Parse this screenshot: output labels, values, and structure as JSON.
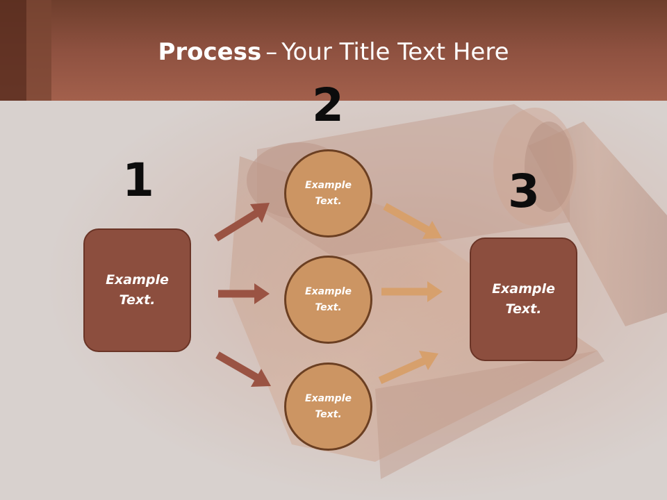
{
  "title": {
    "bold": "Process",
    "dash": "–",
    "rest": "Your Title Text Here"
  },
  "steps": {
    "one": "1",
    "two": "2",
    "three": "3"
  },
  "left_box": {
    "label": "Example Text."
  },
  "circles": [
    {
      "label": "Example Text."
    },
    {
      "label": "Example Text."
    },
    {
      "label": "Example Text."
    }
  ],
  "right_box": {
    "label": "Example Text."
  },
  "colors": {
    "header": "#9c5a47",
    "box_fill": "#8c4e3e",
    "circle_fill": "#cc9563",
    "circle_border": "#6b3f22",
    "left_arrows": "#9a5343",
    "right_arrows": "#d7a06c",
    "background": "#d6cfcc"
  }
}
